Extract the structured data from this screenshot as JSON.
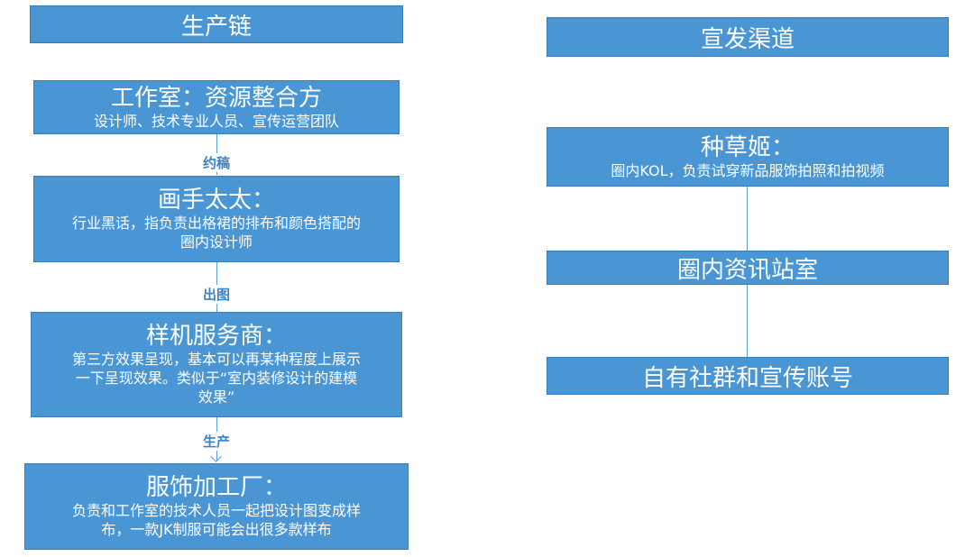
{
  "left_column": {
    "header": "生产链",
    "studio": {
      "title": "工作室：资源整合方",
      "desc": "设计师、技术专业人员、宣传运营团队"
    },
    "edge1": "约稿",
    "artist": {
      "title": "画手太太：",
      "desc1": "行业黑话，指负责出格裙的排布和颜色搭配的",
      "desc2": "圈内设计师"
    },
    "edge2": "出图",
    "sample": {
      "title": "样机服务商：",
      "desc1": "第三方效果呈现，基本可以再某种程度上展示",
      "desc2": "一下呈现效果。类似于“室内装修设计的建模",
      "desc3": "效果”"
    },
    "edge3": "生产",
    "factory": {
      "title": "服饰加工厂：",
      "desc1": "负责和工作室的技术人员一起把设计图变成样",
      "desc2": "布，一款JK制服可能会出很多款样布"
    }
  },
  "right_column": {
    "header": "宣发渠道",
    "kol": {
      "title": "种草姬：",
      "desc": "圈内KOL，负责试穿新品服饰拍照和拍视频"
    },
    "news": "圈内资讯站室",
    "own": "自有社群和宣传账号"
  },
  "colors": {
    "box_fill": "#4a96d4",
    "box_border": "#3a7db6",
    "connector": "#5aa0da",
    "edge_label": "#3b82c8"
  }
}
